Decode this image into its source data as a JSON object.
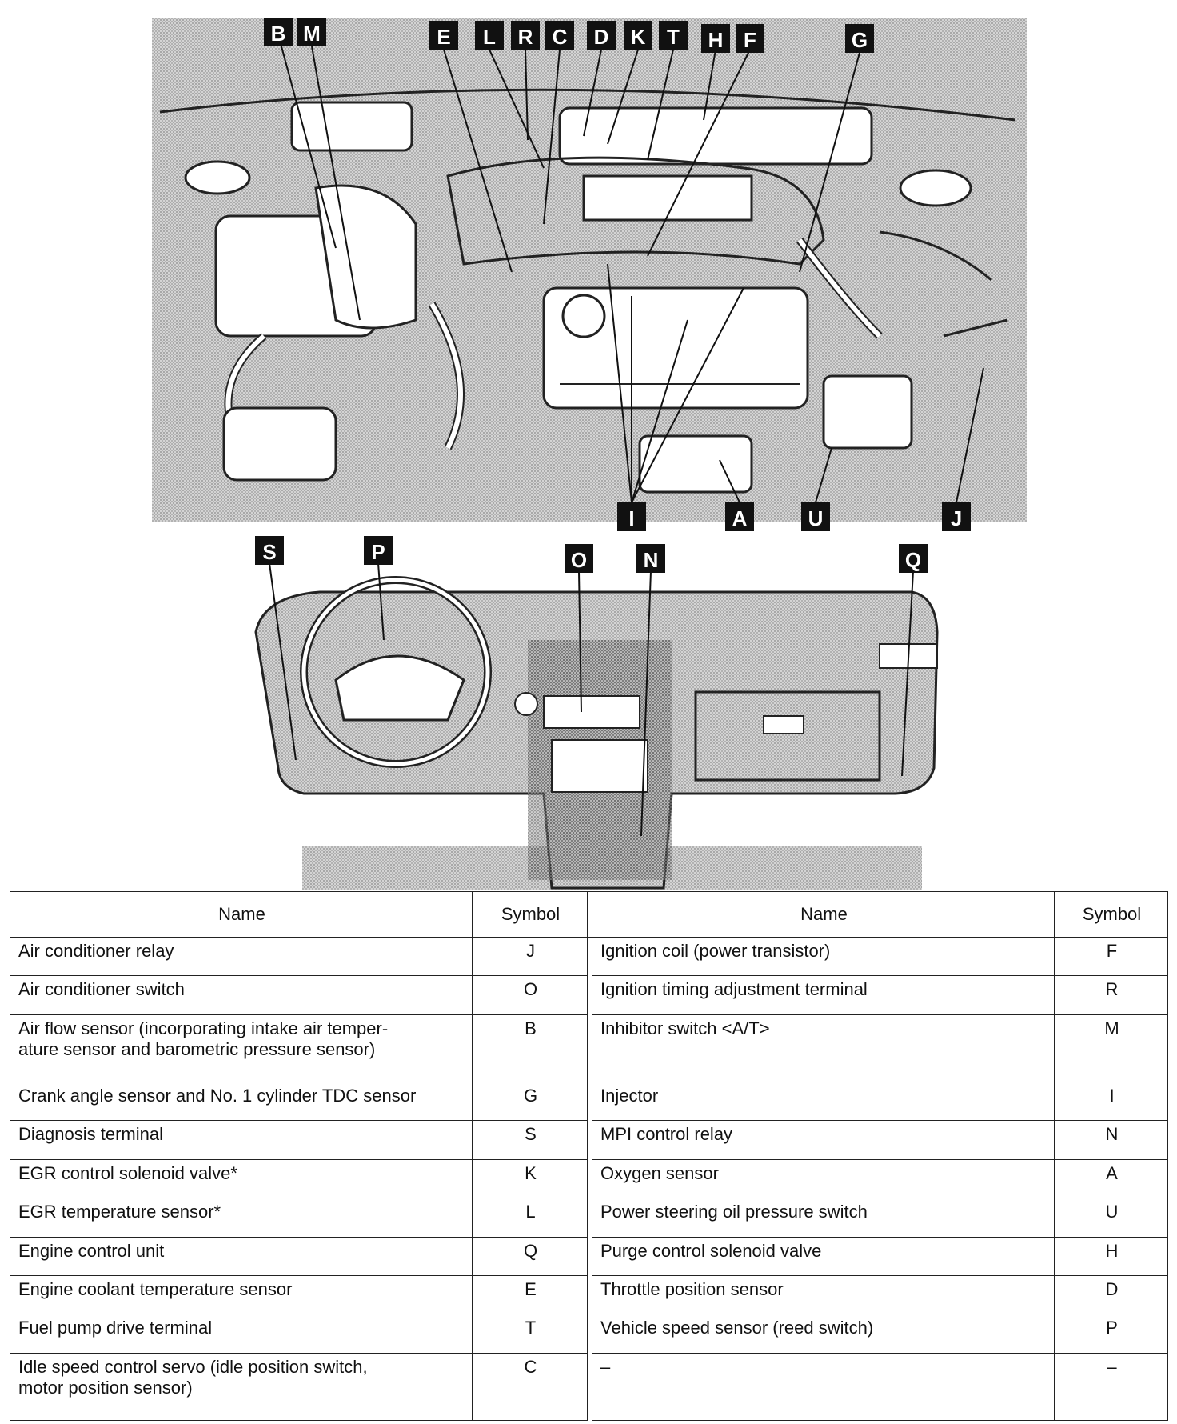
{
  "callouts": {
    "engine": [
      "B",
      "M",
      "E",
      "L",
      "R",
      "C",
      "D",
      "K",
      "T",
      "H",
      "F",
      "G",
      "I",
      "A",
      "U",
      "J"
    ],
    "dashboard": [
      "S",
      "P",
      "O",
      "N",
      "Q"
    ]
  },
  "table": {
    "headers": {
      "name": "Name",
      "symbol": "Symbol"
    },
    "left": [
      {
        "name": "Air conditioner relay",
        "symbol": "J"
      },
      {
        "name": "Air conditioner switch",
        "symbol": "O"
      },
      {
        "name": "Air flow sensor (incorporating intake air temper-\nature sensor and barometric pressure sensor)",
        "symbol": "B"
      },
      {
        "name": "Crank angle sensor and No. 1 cylinder TDC sensor",
        "symbol": "G"
      },
      {
        "name": "Diagnosis terminal",
        "symbol": "S"
      },
      {
        "name": "EGR control solenoid valve*",
        "symbol": "K"
      },
      {
        "name": "EGR temperature sensor*",
        "symbol": "L"
      },
      {
        "name": "Engine control unit",
        "symbol": "Q"
      },
      {
        "name": "Engine coolant temperature sensor",
        "symbol": "E"
      },
      {
        "name": "Fuel pump drive terminal",
        "symbol": "T"
      },
      {
        "name": "Idle speed control servo (idle position switch,\nmotor position sensor)",
        "symbol": "C"
      }
    ],
    "right": [
      {
        "name": "Ignition coil (power transistor)",
        "symbol": "F"
      },
      {
        "name": "Ignition timing adjustment terminal",
        "symbol": "R"
      },
      {
        "name": "Inhibitor switch <A/T>",
        "symbol": "M"
      },
      {
        "name": "Injector",
        "symbol": "I"
      },
      {
        "name": "MPI control relay",
        "symbol": "N"
      },
      {
        "name": "Oxygen sensor",
        "symbol": "A"
      },
      {
        "name": "Power steering oil pressure switch",
        "symbol": "U"
      },
      {
        "name": "Purge control solenoid valve",
        "symbol": "H"
      },
      {
        "name": "Throttle position sensor",
        "symbol": "D"
      },
      {
        "name": "Vehicle speed sensor (reed switch)",
        "symbol": "P"
      },
      {
        "name": "–",
        "symbol": "–"
      }
    ]
  }
}
